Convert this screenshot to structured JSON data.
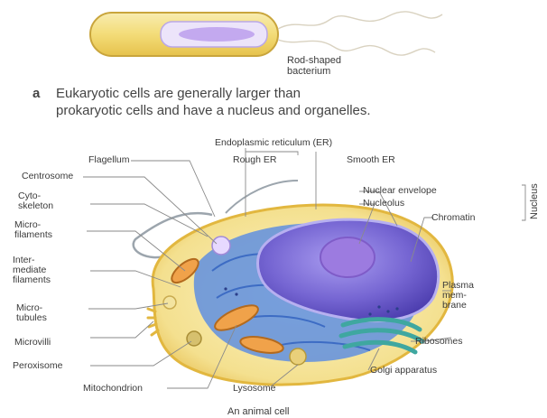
{
  "bacterium": {
    "caption_line1": "Rod-shaped",
    "caption_line2": "bacterium"
  },
  "statement": {
    "letter": "a",
    "line1": "Eukaryotic cells are generally larger than",
    "line2": "prokaryotic cells and have a nucleus and organelles."
  },
  "labels": {
    "er": "Endoplasmic reticulum (ER)",
    "flagellum": "Flagellum",
    "rough_er": "Rough ER",
    "smooth_er": "Smooth ER",
    "centrosome": "Centrosome",
    "cytoskeleton_1": "Cyto-",
    "cytoskeleton_2": "skeleton",
    "microfilaments_1": "Micro-",
    "microfilaments_2": "filaments",
    "intermediate_1": "Inter-",
    "intermediate_2": "mediate",
    "intermediate_3": "filaments",
    "microtubules_1": "Micro-",
    "microtubules_2": "tubules",
    "microvilli": "Microvilli",
    "peroxisome": "Peroxisome",
    "mitochondrion": "Mitochondrion",
    "lysosome": "Lysosome",
    "golgi": "Golgi apparatus",
    "ribosomes": "Ribosomes",
    "plasma_1": "Plasma",
    "plasma_2": "mem-",
    "plasma_3": "brane",
    "nuclear_envelope": "Nuclear envelope",
    "nucleolus": "Nucleolus",
    "chromatin": "Chromatin",
    "nucleus": "Nucleus"
  },
  "caption_bottom": "An animal cell",
  "colors": {
    "cell_fill": "#f7e8a6",
    "cell_border": "#e8c14a",
    "nucleus": "#7c6bd6",
    "er": "#5b8fe0",
    "mito": "#e08a3a",
    "leader": "#8a8a8a"
  }
}
